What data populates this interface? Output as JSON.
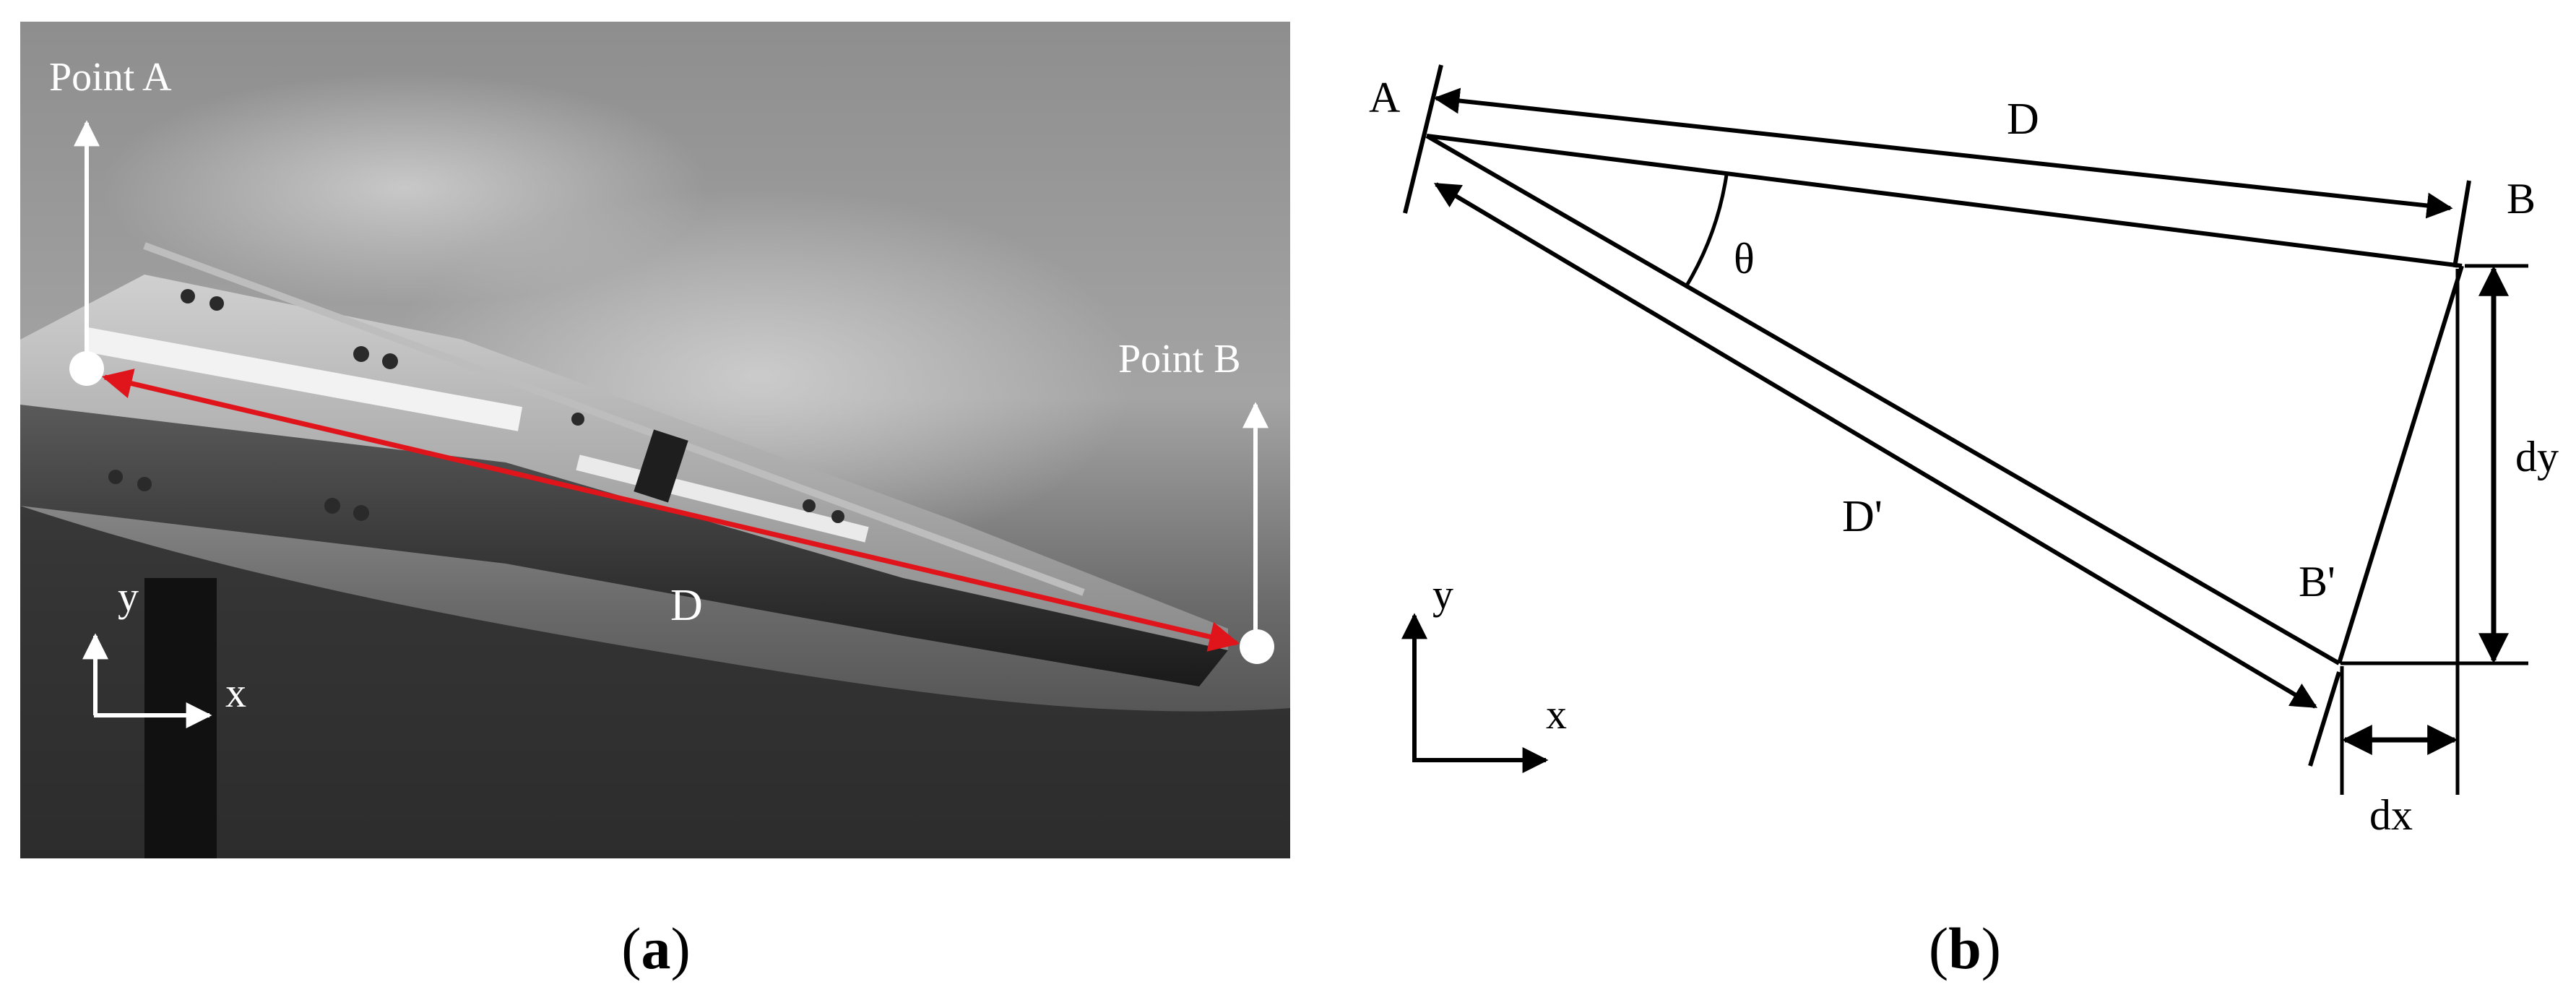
{
  "panel_a": {
    "point_a_label": "Point A",
    "point_b_label": "Point B",
    "distance_label": "D",
    "axis_y_label": "y",
    "axis_x_label": "x",
    "colors": {
      "distance_arrow": "#e0141b",
      "annotation": "#ffffff"
    },
    "caption": {
      "open": "(",
      "letter": "a",
      "close": ")"
    }
  },
  "panel_b": {
    "label_a": "A",
    "label_b": "B",
    "label_b_prime": "B'",
    "label_d": "D",
    "label_d_prime": "D'",
    "label_theta": "θ",
    "label_dy": "dy",
    "label_dx": "dx",
    "axis_y_label": "y",
    "axis_x_label": "x",
    "caption": {
      "open": "(",
      "letter": "b",
      "close": ")"
    }
  }
}
